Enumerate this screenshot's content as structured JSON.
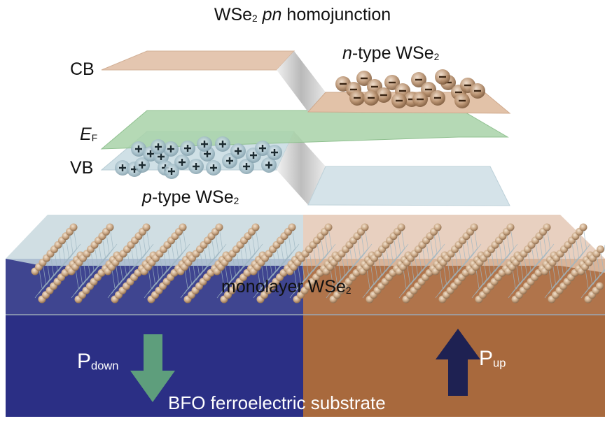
{
  "title": {
    "main": "WSe",
    "sub": "2",
    "italic": "pn",
    "rest": "homojunction"
  },
  "bands": {
    "cb": "CB",
    "ef_main": "E",
    "ef_sub": "F",
    "vb": "VB"
  },
  "labels": {
    "n_type": {
      "italic": "n",
      "rest": "-type WSe",
      "sub": "2"
    },
    "p_type": {
      "italic": "p",
      "rest": "-type WSe",
      "sub": "2"
    },
    "monolayer": {
      "main": "monolayer WSe",
      "sub": "2"
    },
    "p_down": {
      "main": "P",
      "sub": "down"
    },
    "p_up": {
      "main": "P",
      "sub": "up"
    },
    "substrate": "BFO ferroelectric substrate"
  },
  "colors": {
    "cb_band": "#e4c6b0",
    "ef_band": "#a8d2a8",
    "vb_band": "#cfe0e6",
    "p_region": "#2b2f85",
    "n_region": "#a8693d",
    "arrow_down": "#5e9e7c",
    "arrow_up": "#1e2152",
    "atom": "#c8a684"
  }
}
